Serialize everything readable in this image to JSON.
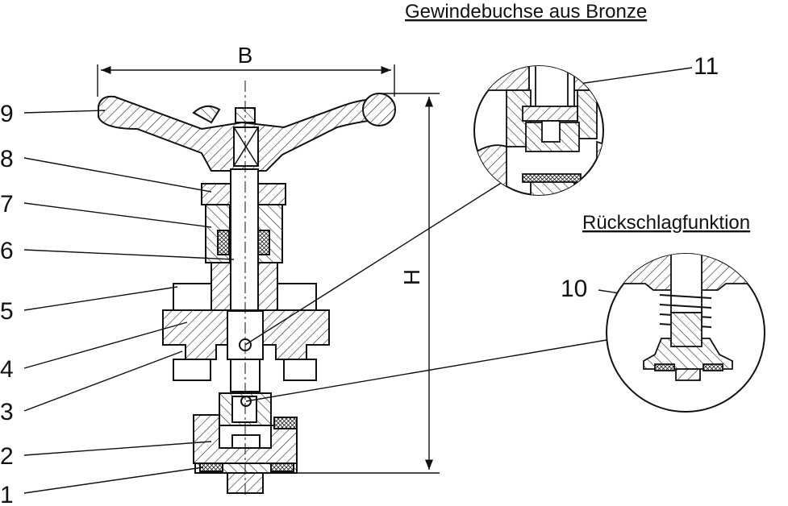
{
  "titles": {
    "bronze_bushing": "Gewindebuchse aus Bronze",
    "check_function": "Rückschlagfunktion"
  },
  "dimensions": {
    "width": "B",
    "height": "H"
  },
  "part_numbers": {
    "p1": "1",
    "p2": "2",
    "p3": "3",
    "p4": "4",
    "p5": "5",
    "p6": "6",
    "p7": "7",
    "p8": "8",
    "p9": "9",
    "p10": "10",
    "p11": "11"
  }
}
